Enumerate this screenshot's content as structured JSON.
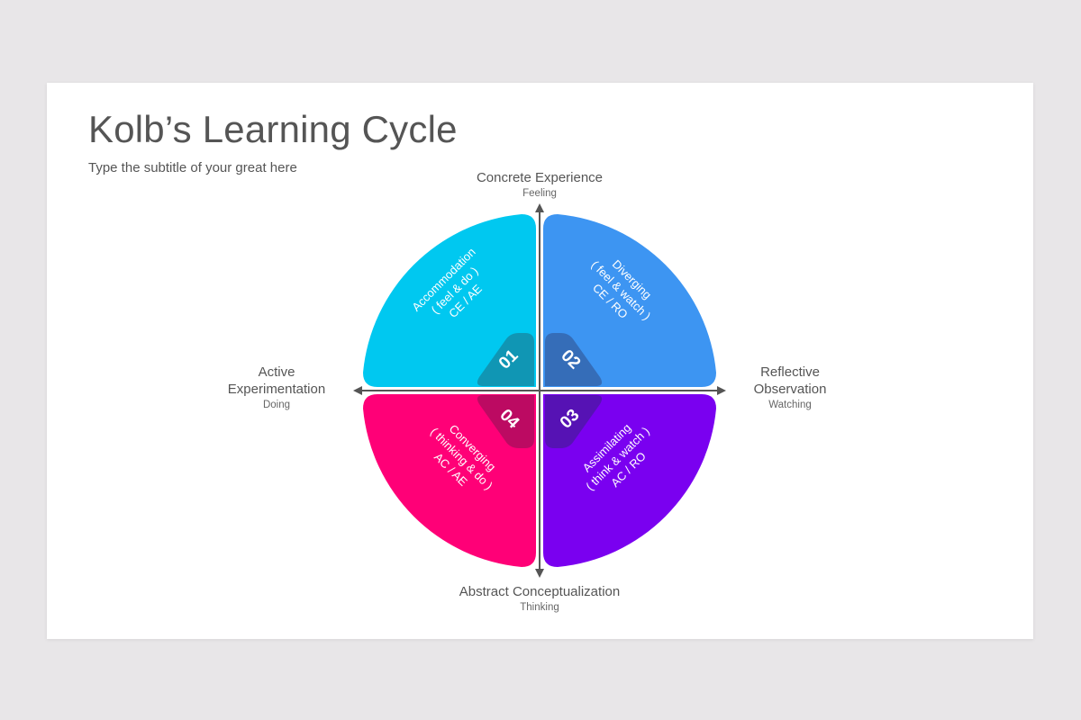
{
  "title": "Kolb’s Learning Cycle",
  "subtitle": "Type the subtitle of your great here",
  "axes": {
    "top": {
      "title": "Concrete Experience",
      "sub": "Feeling"
    },
    "bottom": {
      "title": "Abstract Conceptualization",
      "sub": "Thinking"
    },
    "left": {
      "title_line1": "Active",
      "title_line2": "Experimentation",
      "sub": "Doing"
    },
    "right": {
      "title_line1": "Reflective",
      "title_line2": "Observation",
      "sub": "Watching"
    }
  },
  "quadrants": [
    {
      "number": "01",
      "line1": "Accommodation",
      "line2": "( feel & do )",
      "line3": "CE / AE",
      "color": "#00c8f0",
      "badge_color": "#1096b4"
    },
    {
      "number": "02",
      "line1": "Diverging",
      "line2": "( feel & watch )",
      "line3": "CE / RO",
      "color": "#3d95f2",
      "badge_color": "#356db8"
    },
    {
      "number": "03",
      "line1": "Assimilating",
      "line2": "( think & watch )",
      "line3": "AC / RO",
      "color": "#7a00f0",
      "badge_color": "#5612b4"
    },
    {
      "number": "04",
      "line1": "Converging",
      "line2": "( thinking & do )",
      "line3": "AC / AE",
      "color": "#ff0077",
      "badge_color": "#bc0a62"
    }
  ],
  "axis_color": "#555555"
}
